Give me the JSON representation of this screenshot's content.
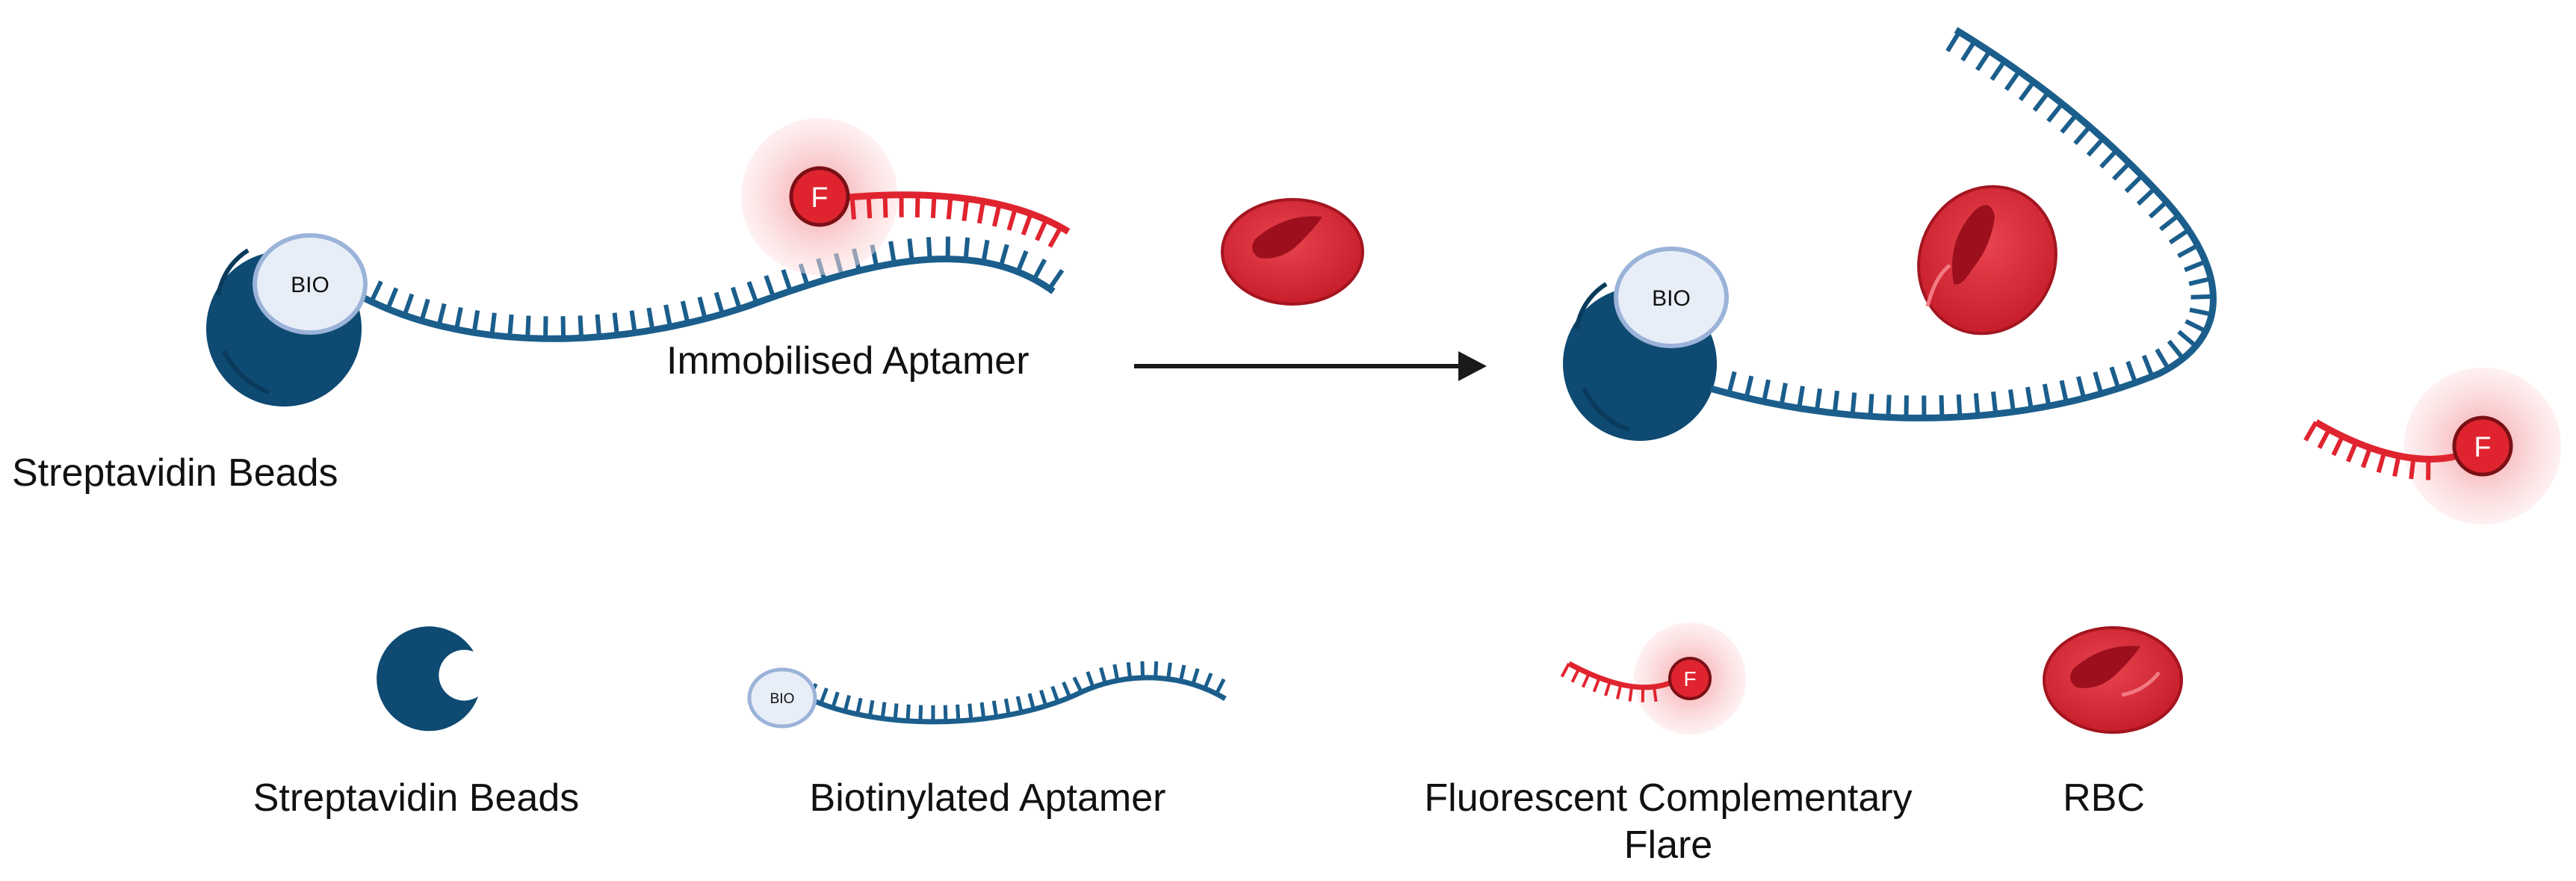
{
  "top": {
    "bead_label": "Streptavidin Beads",
    "aptamer_label": "Immobilised Aptamer",
    "bio_left": "BIO",
    "bio_right": "BIO",
    "flare_left": "F",
    "flare_right": "F"
  },
  "legend": {
    "beads": "Streptavidin Beads",
    "aptamer": "Biotinylated Aptamer",
    "aptamer_bio": "BIO",
    "flare_line1": "Fluorescent Complementary",
    "flare_line2": "Flare",
    "flare_f": "F",
    "rbc": "RBC"
  },
  "colors": {
    "bead": "#0e4a72",
    "dna_blue": "#1b5e8c",
    "dna_red": "#e0242f",
    "bio_fill": "#e8eef8",
    "bio_stroke": "#9bb3d9",
    "rbc": "#e0323f",
    "glow": "#f6b9bd"
  }
}
